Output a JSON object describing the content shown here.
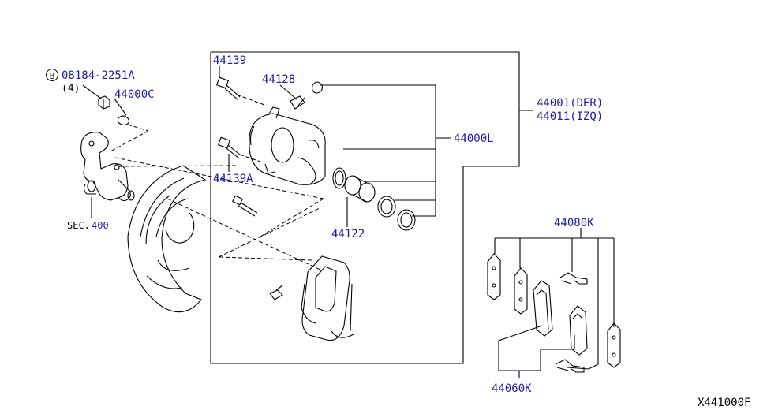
{
  "diagram_id": "X441000F",
  "sec_prefix": "SEC.",
  "sec_number": "400",
  "callouts": {
    "bolt_part": "08184-2251A",
    "bolt_circle": "B",
    "bolt_qty": "(4)",
    "plate": "44000C",
    "pin_bolt": "44139",
    "pin_bolt_a": "44139A",
    "bleeder": "44128",
    "caliper_left": "44000L",
    "caliper_der": "44001(DER)",
    "caliper_izq": "44011(IZQ)",
    "piston": "44122",
    "pad_kit": "44080K",
    "pad_set": "44060K"
  },
  "colors": {
    "label": "#1a1aa8",
    "line": "#000000",
    "background": "#ffffff"
  }
}
